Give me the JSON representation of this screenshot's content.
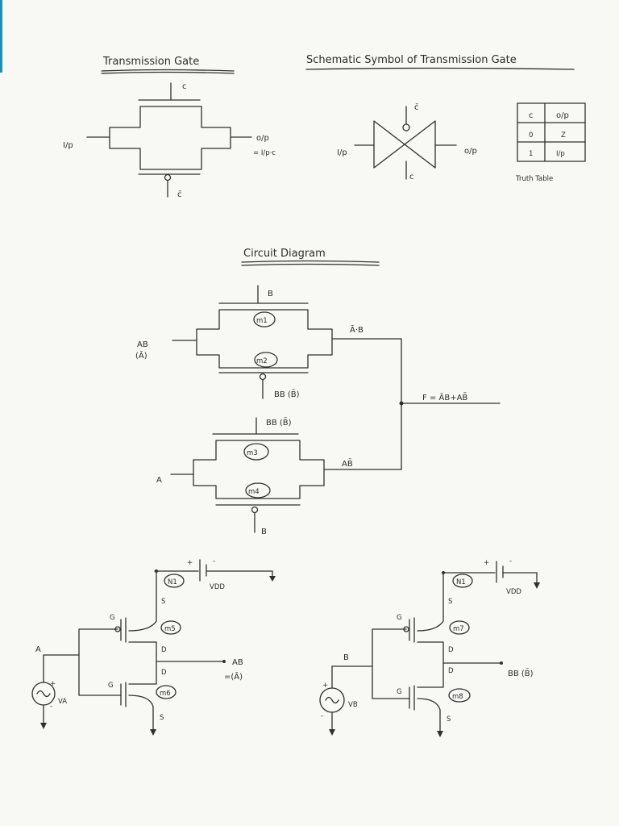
{
  "transmission_gate": {
    "title": "Transmission Gate",
    "control_top": "c",
    "control_bottom": "c̄",
    "input": "I/p",
    "output": "o/p",
    "output_expr": "= I/p·c"
  },
  "schematic_symbol": {
    "title": "Schematic Symbol of Transmission Gate",
    "control_top": "c̄",
    "control_bottom": "c",
    "input": "I/p",
    "output": "o/p"
  },
  "truth_table": {
    "headers": [
      "c",
      "o/p"
    ],
    "rows": [
      [
        "0",
        "Z"
      ],
      [
        "1",
        "I/p"
      ]
    ],
    "caption": "Truth Table"
  },
  "circuit_diagram": {
    "title": "Circuit Diagram",
    "gate1": {
      "control_top": "B",
      "m_top": "m1",
      "m_bottom": "m2",
      "input": "AB",
      "input_alt": "(Ā)",
      "control_bottom": "BB (B̄)",
      "output": "Ā·B"
    },
    "gate2": {
      "control_top": "BB (B̄)",
      "m_top": "m3",
      "m_bottom": "m4",
      "input": "A",
      "control_bottom": "B",
      "output": "AB̄"
    },
    "output_expr": "F = ĀB+AB̄"
  },
  "inverter_a": {
    "node": "N1",
    "supply": "VDD",
    "plus": "+",
    "minus": "-",
    "pmos": "m5",
    "nmos": "m6",
    "gate_top": "G",
    "gate_bottom": "G",
    "s_top": "S",
    "d_top": "D",
    "d_bottom": "D",
    "s_bottom": "S",
    "input": "A",
    "source": "VA",
    "output": "AB",
    "output_alt": "=(Ā)"
  },
  "inverter_b": {
    "node": "N1",
    "supply": "VDD",
    "plus": "+",
    "minus": "-",
    "pmos": "m7",
    "nmos": "m8",
    "gate_top": "G",
    "gate_bottom": "G",
    "s_top": "S",
    "d_top": "D",
    "d_bottom": "D",
    "s_bottom": "S",
    "input": "B",
    "source": "VB",
    "output": "BB (B̄)"
  },
  "colors": {
    "ink": "#2f2f2f",
    "paper": "#f8f8f5",
    "margin": "#1f8fb0"
  }
}
